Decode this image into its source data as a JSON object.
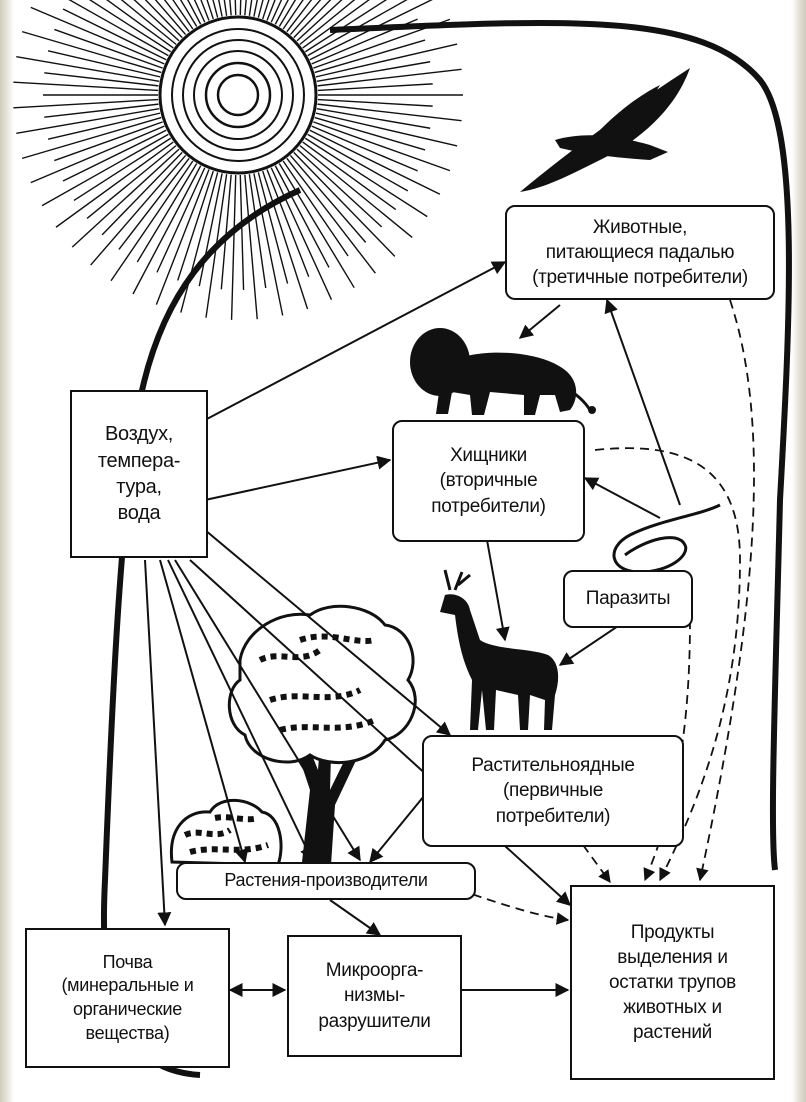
{
  "boxes": {
    "scavengers": "Животные,\nпитающиеся падалью\n(третичные потребители)",
    "predators": "Хищники\n(вторичные\nпотребители)",
    "air": "Воздух,\nтемпера-\nтура,\nвода",
    "parasites": "Паразиты",
    "herbivores": "Растительноядные\n(первичные\nпотребители)",
    "producers": "Растения-производители",
    "soil": "Почва\n(минеральные и\nорганические\nвещества)",
    "microorganisms": "Микроорга-\nнизмы-\nразрушители",
    "products": "Продукты\nвыделения и\nостатки трупов\nживотных и\nрастений"
  },
  "illustrations": [
    "sun-icon",
    "bird-icon",
    "lion-icon",
    "deer-icon",
    "tree-icon",
    "bush-icon",
    "worm-icon"
  ]
}
